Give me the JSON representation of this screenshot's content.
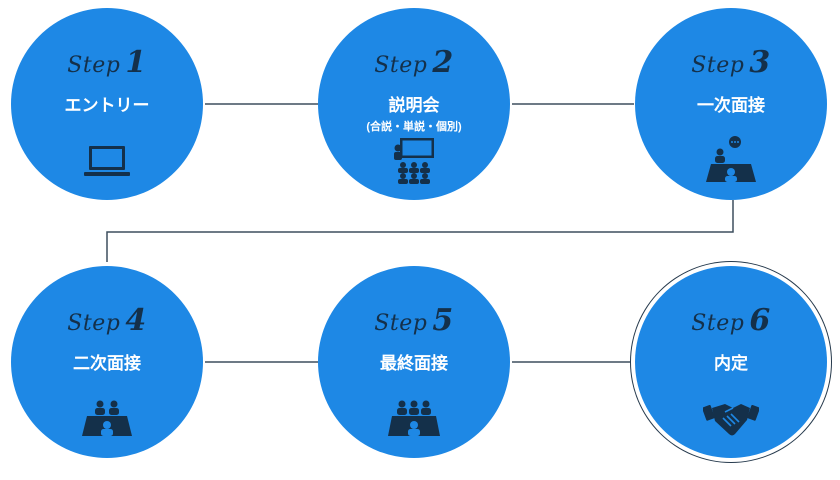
{
  "colors": {
    "circle": "#1e88e5",
    "ink": "#14304a",
    "line": "#3d4f5e"
  },
  "steps": [
    {
      "word": "Step",
      "num": "1",
      "title": "エントリー",
      "sub": "",
      "icon": "laptop-icon"
    },
    {
      "word": "Step",
      "num": "2",
      "title": "説明会",
      "sub": "(合説・単説・個別)",
      "icon": "presentation-audience-icon"
    },
    {
      "word": "Step",
      "num": "3",
      "title": "一次面接",
      "sub": "",
      "icon": "single-interviewer-icon"
    },
    {
      "word": "Step",
      "num": "4",
      "title": "二次面接",
      "sub": "",
      "icon": "two-interviewers-icon"
    },
    {
      "word": "Step",
      "num": "5",
      "title": "最終面接",
      "sub": "",
      "icon": "three-interviewers-icon"
    },
    {
      "word": "Step",
      "num": "6",
      "title": "内定",
      "sub": "",
      "icon": "handshake-icon"
    }
  ]
}
